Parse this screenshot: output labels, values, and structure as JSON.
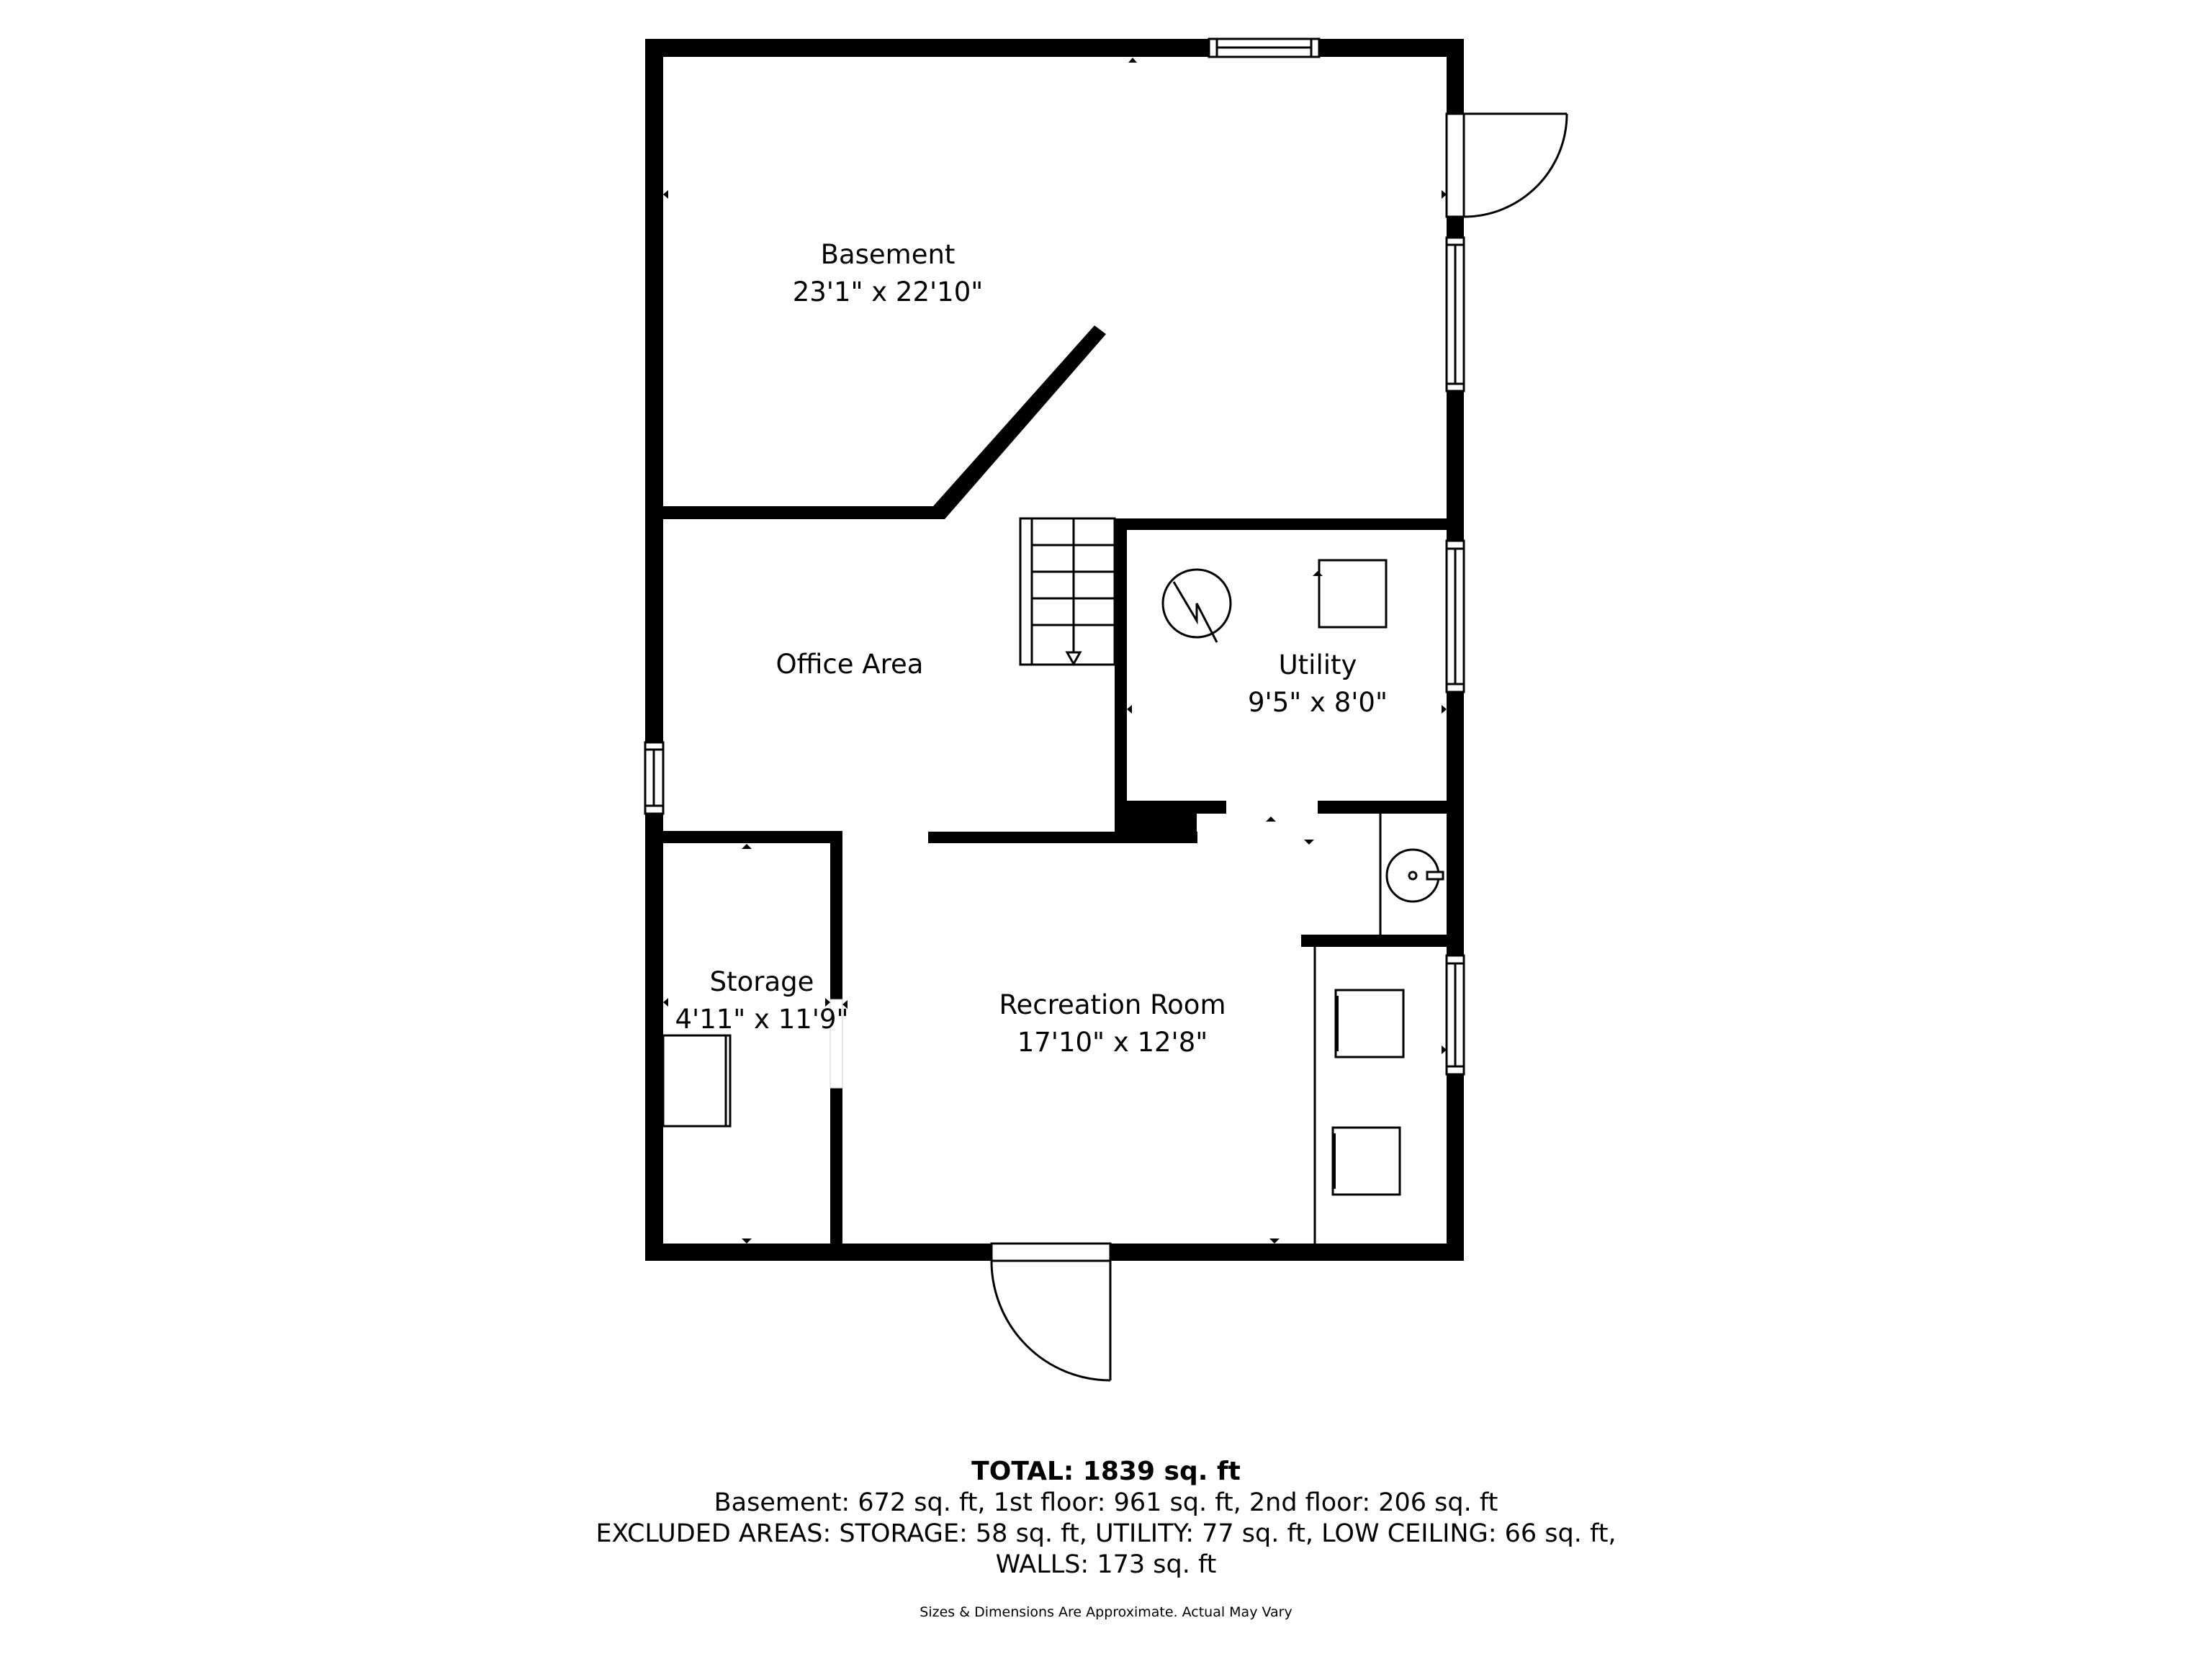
{
  "rooms": {
    "basement": {
      "name": "Basement",
      "dims": "23'1\" x 22'10\""
    },
    "office": {
      "name": "Office Area"
    },
    "utility": {
      "name": "Utility",
      "dims": "9'5\" x 8'0\""
    },
    "storage": {
      "name": "Storage",
      "dims": "4'11\" x 11'9\""
    },
    "recreation": {
      "name": "Recreation Room",
      "dims": "17'10\" x 12'8\""
    }
  },
  "fixtures": [
    "stairs-icon",
    "water-heater-icon",
    "furnace-icon",
    "sink-icon",
    "washer-icon",
    "dryer-icon",
    "storage-shelf-icon",
    "door-icon",
    "window-icon"
  ],
  "summary": {
    "total": "TOTAL: 1839 sq. ft",
    "floors": "Basement: 672 sq. ft, 1st floor: 961 sq. ft, 2nd floor: 206 sq. ft",
    "excluded": "EXCLUDED AREAS: STORAGE: 58 sq. ft, UTILITY: 77 sq. ft, LOW CEILING: 66 sq. ft,",
    "walls": "WALLS: 173 sq. ft"
  },
  "disclaimer": "Sizes & Dimensions Are Approximate. Actual May Vary",
  "colors": {
    "wall": "#000000",
    "background": "#ffffff"
  }
}
